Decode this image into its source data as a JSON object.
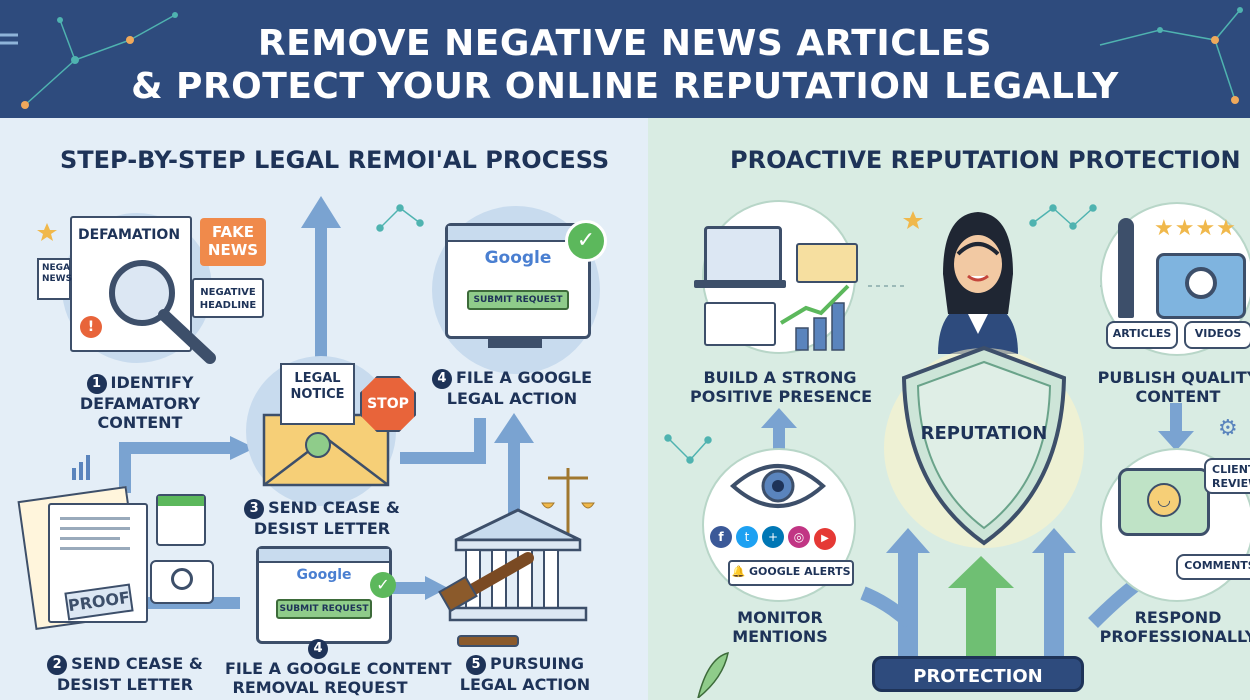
{
  "header": {
    "title_line1": "REMOVE NEGATIVE NEWS ARTICLES",
    "title_line2": "& PROTECT YOUR ONLINE REPUTATION LEGALLY"
  },
  "left": {
    "title": "STEP-BY-STEP LEGAL REMOI'AL PROCESS",
    "doc_label": "DEFAMATION",
    "fake_news_label": "FAKE NEWS",
    "nega_label": "NEGA NEWS",
    "negative_headline": "NEGATIVE HEADLINE",
    "google_label": "Google",
    "submit_request": "SUBMIT REQUEST",
    "legal_notice": "LEGAL NOTICE",
    "stop_label": "STOP",
    "proof_label": "PROOF",
    "steps": [
      {
        "num": "1",
        "line1": "IDENTIFY",
        "line2": "DEFAMATORY",
        "line3": "CONTENT"
      },
      {
        "num": "3",
        "line1": "SEND CEASE &",
        "line2": "DESIST LETTER"
      },
      {
        "num": "4",
        "line1": "FILE A GOOGLE",
        "line2": "LEGAL ACTION"
      },
      {
        "num": "2",
        "line1": "SEND CEASE &",
        "line2": "DESIST LETTER"
      },
      {
        "num": "4",
        "line1": "FILE A GOOGLE CONTENT",
        "line2": "REMOVAL REQUEST"
      },
      {
        "num": "5",
        "line1": "PURSUING",
        "line2": "LEGAL ACTION"
      }
    ]
  },
  "right": {
    "title": "PROACTIVE REPUTATION PROTECTION",
    "shield_label": "REPUTATION",
    "protection_label": "PROTECTION",
    "build": {
      "line1": "BUILD A STRONG",
      "line2": "POSITIVE PRESENCE"
    },
    "publish": {
      "line1": "PUBLISH QUALITY",
      "line2": "CONTENT"
    },
    "monitor": {
      "line1": "MONITOR",
      "line2": "MENTIONS"
    },
    "respond": {
      "line1": "RESPOND",
      "line2": "PROFESSIONALLY"
    },
    "articles_tag": "ARTICLES",
    "videos_tag": "VIDEOS",
    "google_alerts": "GOOGLE ALERTS",
    "client_reviews": "CLIENT REVIEWS",
    "comments": "COMMENTS",
    "stars": "★★★★"
  },
  "colors": {
    "header_bg": "#2e4b7d",
    "navy": "#1e3358",
    "accent_orange": "#f08a4b",
    "green": "#6fbf73",
    "blue_arrow": "#7aa3d1"
  }
}
